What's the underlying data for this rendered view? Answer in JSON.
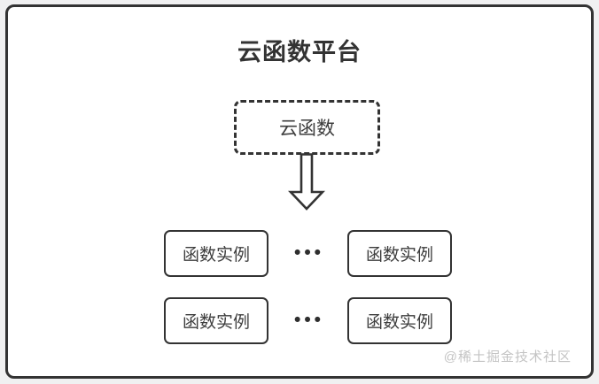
{
  "page": {
    "title": "云函数平台",
    "watermark": "@稀土掘金技术社区"
  },
  "diagram": {
    "root": {
      "label": "云函数"
    },
    "ellipsis": "•••",
    "instances": [
      "函数实例",
      "函数实例",
      "函数实例",
      "函数实例"
    ],
    "connector": "down-arrow",
    "colors": {
      "outer_background": "#f0f0f1",
      "frame_border": "#333333",
      "canvas": "#ffffff",
      "node_border": "#333333",
      "text": "#3d3d3d",
      "title_color": "#333333",
      "watermark_color": "#c4c4c4"
    }
  }
}
